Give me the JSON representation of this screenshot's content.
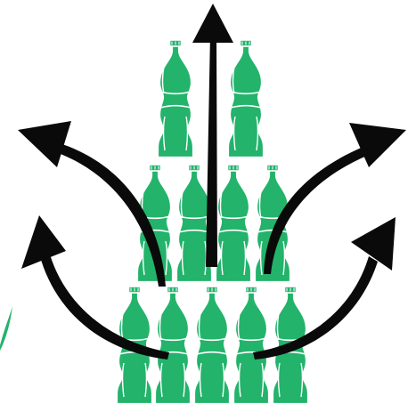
{
  "illustration": {
    "subject": "bottle-pyramid-with-arrows",
    "rows": [
      2,
      4,
      5
    ],
    "bottle_count": 11,
    "arrow_count": 5,
    "bottle_color": "#23b36b",
    "bottle_outline_color": "#ffffff",
    "arrow_color": "#0a0a0a",
    "background_color": "#ffffff",
    "bottle_icon": "soda-bottle-icon",
    "arrow_icon": "curved-arrow-icon"
  }
}
